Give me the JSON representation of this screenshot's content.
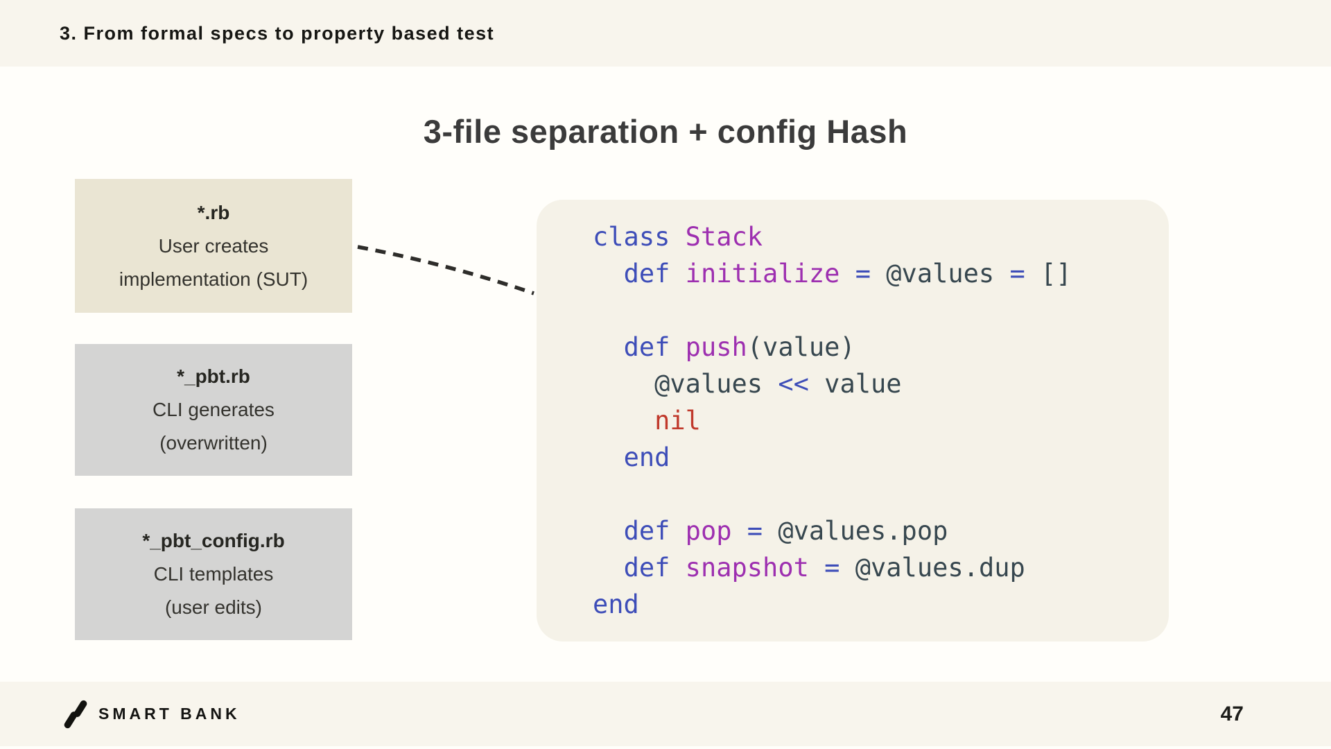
{
  "header": {
    "text": "3. From formal specs to property based test"
  },
  "title": "3-file separation + config Hash",
  "file_boxes": [
    {
      "name": "*.rb",
      "line1": "User creates",
      "line2": "implementation (SUT)",
      "variant": "highlight"
    },
    {
      "name": "*_pbt.rb",
      "line1": "CLI generates",
      "line2": "(overwritten)",
      "variant": "gray"
    },
    {
      "name": "*_pbt_config.rb",
      "line1": "CLI templates",
      "line2": "(user edits)",
      "variant": "gray"
    }
  ],
  "connector": {
    "from": "file-box-rb",
    "to": "code-block",
    "style": "dashed",
    "color": "#2e2d2a"
  },
  "code_block": {
    "language": "ruby",
    "background": "#f5f2e8",
    "syntax_colors": {
      "keyword": "#3d4db8",
      "method": "#9d2fb0",
      "plain": "#37474f",
      "literal": "#c0392b"
    },
    "lines": [
      [
        {
          "t": "class",
          "c": "keyword"
        },
        {
          "t": " ",
          "c": "plain"
        },
        {
          "t": "Stack",
          "c": "method"
        }
      ],
      [
        {
          "t": "  ",
          "c": "plain"
        },
        {
          "t": "def",
          "c": "keyword"
        },
        {
          "t": " ",
          "c": "plain"
        },
        {
          "t": "initialize",
          "c": "method"
        },
        {
          "t": " ",
          "c": "plain"
        },
        {
          "t": "=",
          "c": "keyword"
        },
        {
          "t": " ",
          "c": "plain"
        },
        {
          "t": "@values",
          "c": "plain"
        },
        {
          "t": " ",
          "c": "plain"
        },
        {
          "t": "=",
          "c": "keyword"
        },
        {
          "t": " ",
          "c": "plain"
        },
        {
          "t": "[]",
          "c": "plain"
        }
      ],
      [],
      [
        {
          "t": "  ",
          "c": "plain"
        },
        {
          "t": "def",
          "c": "keyword"
        },
        {
          "t": " ",
          "c": "plain"
        },
        {
          "t": "push",
          "c": "method"
        },
        {
          "t": "(value)",
          "c": "plain"
        }
      ],
      [
        {
          "t": "    ",
          "c": "plain"
        },
        {
          "t": "@values",
          "c": "plain"
        },
        {
          "t": " ",
          "c": "plain"
        },
        {
          "t": "<<",
          "c": "keyword"
        },
        {
          "t": " ",
          "c": "plain"
        },
        {
          "t": "value",
          "c": "plain"
        }
      ],
      [
        {
          "t": "    ",
          "c": "plain"
        },
        {
          "t": "nil",
          "c": "literal"
        }
      ],
      [
        {
          "t": "  ",
          "c": "plain"
        },
        {
          "t": "end",
          "c": "keyword"
        }
      ],
      [],
      [
        {
          "t": "  ",
          "c": "plain"
        },
        {
          "t": "def",
          "c": "keyword"
        },
        {
          "t": " ",
          "c": "plain"
        },
        {
          "t": "pop",
          "c": "method"
        },
        {
          "t": " ",
          "c": "plain"
        },
        {
          "t": "=",
          "c": "keyword"
        },
        {
          "t": " ",
          "c": "plain"
        },
        {
          "t": "@values.pop",
          "c": "plain"
        }
      ],
      [
        {
          "t": "  ",
          "c": "plain"
        },
        {
          "t": "def",
          "c": "keyword"
        },
        {
          "t": " ",
          "c": "plain"
        },
        {
          "t": "snapshot",
          "c": "method"
        },
        {
          "t": " ",
          "c": "plain"
        },
        {
          "t": "=",
          "c": "keyword"
        },
        {
          "t": " ",
          "c": "plain"
        },
        {
          "t": "@values.dup",
          "c": "plain"
        }
      ],
      [
        {
          "t": "end",
          "c": "keyword"
        }
      ]
    ]
  },
  "footer": {
    "brand": "SMART BANK",
    "logo_icon": "smartbank-double-slash-icon",
    "page_number": "47"
  },
  "colors": {
    "slide_background": "#fffefa",
    "band_background": "#f8f5ed",
    "box_highlight": "#eae5d3",
    "box_gray": "#d4d4d3",
    "text_dark": "#161613"
  }
}
